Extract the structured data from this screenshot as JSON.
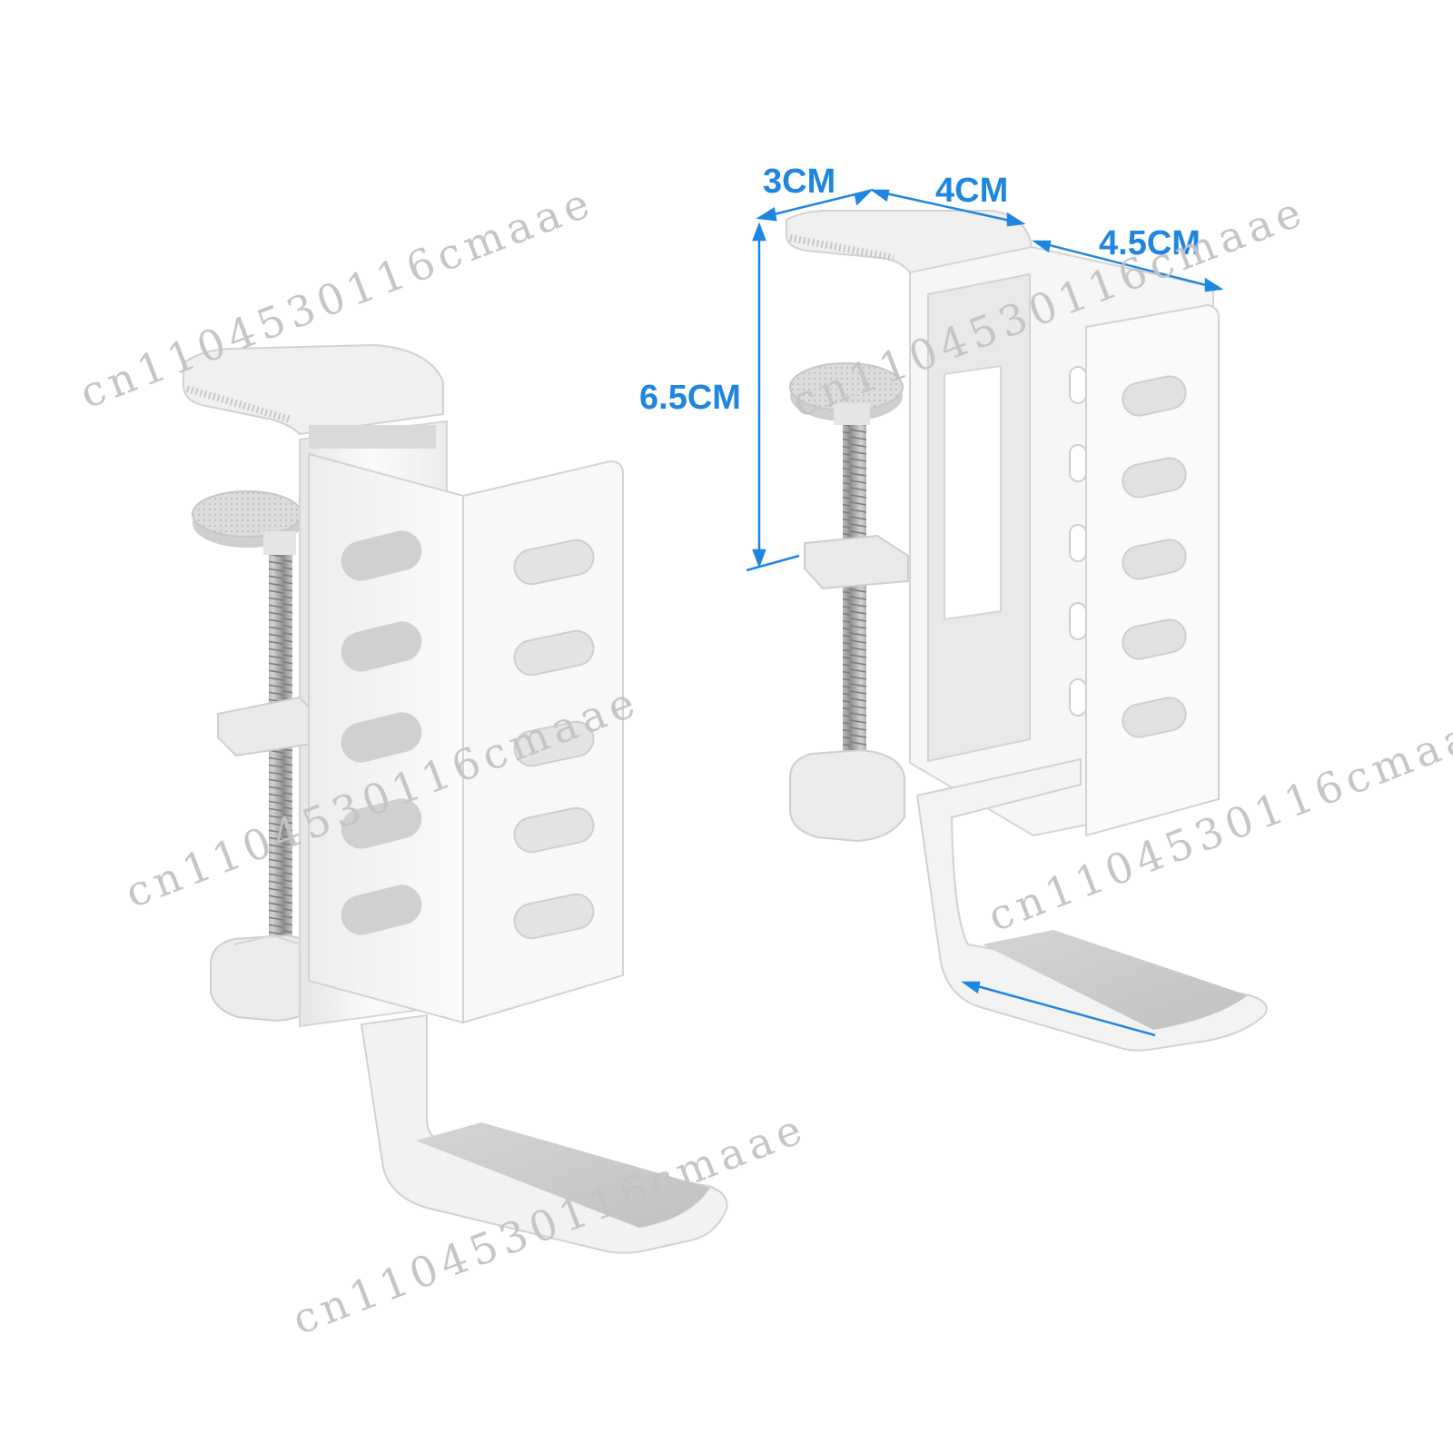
{
  "colors": {
    "background": "#ffffff",
    "metal_light": "#f4f4f4",
    "metal_shade": "#d8d8d8",
    "metal_edge": "#c8c8c8",
    "pad_gray": "#cfcfcf",
    "screw": "#a9a9a9",
    "dimension_blue": "#1f86e0",
    "watermark": "#c4c4c4"
  },
  "dimensions": {
    "top_depth": "3CM",
    "top_width": "4CM",
    "side_depth": "4.5CM",
    "height": "6.5CM"
  },
  "watermark": {
    "text": "cn1104530116cmaae"
  },
  "icons": {
    "left_product": "desk-clamp-headphone-hanger-icon",
    "right_product": "desk-clamp-headphone-hanger-icon"
  }
}
